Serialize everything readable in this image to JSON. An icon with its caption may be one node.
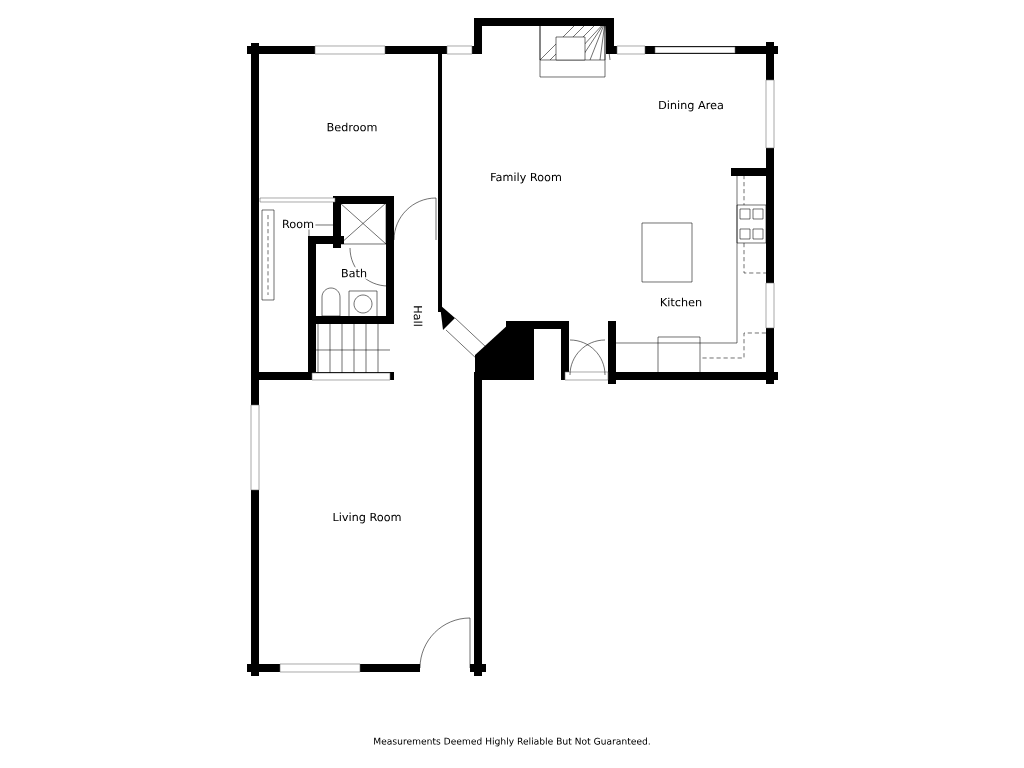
{
  "diagram": {
    "caption": "Measurements Deemed Highly Reliable But Not Guaranteed.",
    "labels": [
      "Dining Area",
      "Bedroom",
      "Family Room",
      "Room",
      "Bath",
      "Kitchen",
      "Hall",
      "Living Room"
    ]
  }
}
